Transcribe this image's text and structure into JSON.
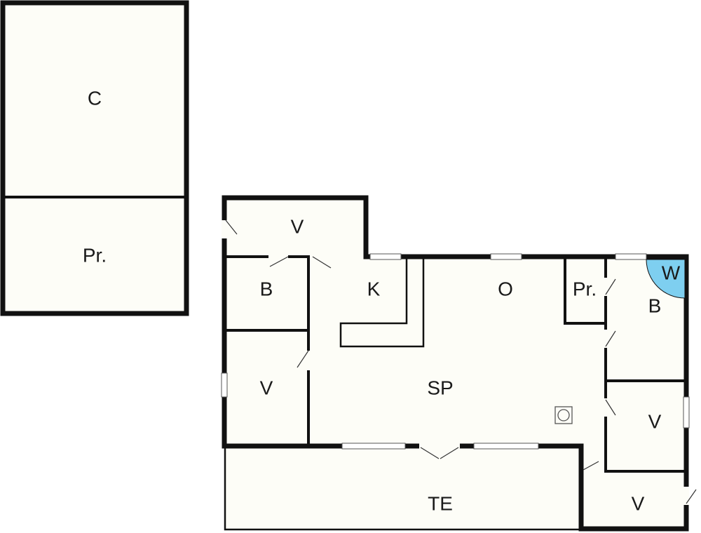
{
  "colors": {
    "floor": "#fdfdf7",
    "wall": "#111111",
    "washer_fill": "#7ecff0"
  },
  "rooms": {
    "annex_c": "C",
    "annex_pr": "Pr.",
    "v_top": "V",
    "b_left": "B",
    "k": "K",
    "o": "O",
    "pr_main": "Pr.",
    "w": "W",
    "b_right": "B",
    "v_left": "V",
    "sp": "SP",
    "v_right": "V",
    "te": "TE",
    "v_bottom": "V"
  },
  "icons": {
    "stove": "stove-icon",
    "washer": "washer-icon"
  }
}
